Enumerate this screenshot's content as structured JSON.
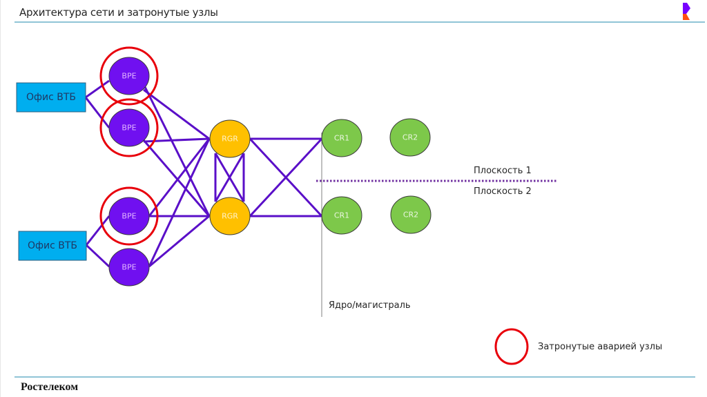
{
  "slide": {
    "title": "Архитектура сети и затронутые узлы",
    "footer_brand": "Ростелеком",
    "logo": "rostelecom-logo-icon"
  },
  "colors": {
    "link": "#5a0fc8",
    "bpe_fill": "#7010f0",
    "bpe_text": "#e2b6ff",
    "rgr_fill": "#ffc000",
    "rgr_text": "#fff2cc",
    "cr_fill": "#7dc84a",
    "cr_text": "#e9f5df",
    "office_fill": "#00aeef",
    "affected_ring": "#e8000b",
    "plane_divider": "#7030a0",
    "core_line": "#7f7f7f"
  },
  "diagram": {
    "offices": [
      {
        "id": "office1",
        "label": "Офис ВТБ"
      },
      {
        "id": "office2",
        "label": "Офис ВТБ"
      }
    ],
    "bpe_nodes": [
      {
        "id": "bpe1",
        "label": "BPE",
        "affected": true
      },
      {
        "id": "bpe2",
        "label": "BPE",
        "affected": true
      },
      {
        "id": "bpe3",
        "label": "BPE",
        "affected": true
      },
      {
        "id": "bpe4",
        "label": "BPE",
        "affected": false
      }
    ],
    "rgr_nodes": [
      {
        "id": "rgr1",
        "label": "RGR"
      },
      {
        "id": "rgr2",
        "label": "RGR"
      }
    ],
    "cr_nodes": [
      {
        "id": "cr1a",
        "label": "CR1",
        "plane": 1
      },
      {
        "id": "cr2a",
        "label": "CR2",
        "plane": 1
      },
      {
        "id": "cr1b",
        "label": "CR1",
        "plane": 2
      },
      {
        "id": "cr2b",
        "label": "CR2",
        "plane": 2
      }
    ],
    "links": [
      [
        "office1",
        "bpe1"
      ],
      [
        "office1",
        "bpe2"
      ],
      [
        "office2",
        "bpe3"
      ],
      [
        "office2",
        "bpe4"
      ],
      [
        "bpe1",
        "rgr1"
      ],
      [
        "bpe1",
        "rgr2"
      ],
      [
        "bpe2",
        "rgr1"
      ],
      [
        "bpe2",
        "rgr2"
      ],
      [
        "bpe3",
        "rgr1"
      ],
      [
        "bpe3",
        "rgr2"
      ],
      [
        "bpe4",
        "rgr1"
      ],
      [
        "bpe4",
        "rgr2"
      ],
      [
        "rgr1",
        "rgr2"
      ],
      [
        "rgr1",
        "rgr2"
      ],
      [
        "rgr1",
        "rgr2"
      ],
      [
        "rgr1",
        "rgr2"
      ],
      [
        "rgr1",
        "cr1a"
      ],
      [
        "rgr1",
        "cr1b"
      ],
      [
        "rgr2",
        "cr1a"
      ],
      [
        "rgr2",
        "cr1b"
      ]
    ],
    "plane1_label": "Плоскость 1",
    "plane2_label": "Плоскость 2",
    "core_label": "Ядро/магистраль",
    "legend_label": "Затронутые аварией узлы"
  }
}
